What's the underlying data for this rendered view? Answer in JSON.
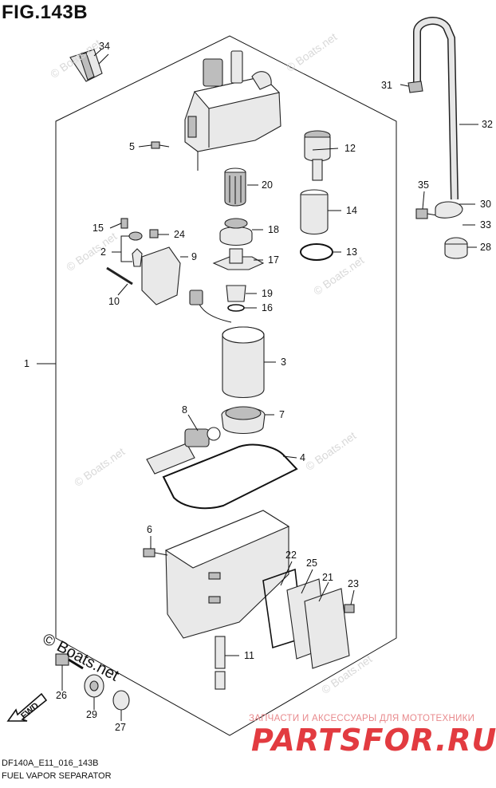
{
  "header": {
    "figure_title": "FIG.143B"
  },
  "footer": {
    "model_code": "DF140A_E11_016_143B",
    "section_title": "FUEL VAPOR SEPARATOR"
  },
  "watermark": {
    "text": "© Boats.net"
  },
  "promo": {
    "tagline": "ЗАПЧАСТИ И АКСЕССУАРЫ ДЛЯ МОТОТЕХНИКИ",
    "logo": "PARTSFOR.RU"
  },
  "fwd_badge": {
    "label": "FWD"
  },
  "callouts": {
    "c1": "1",
    "c2": "2",
    "c3": "3",
    "c4": "4",
    "c5": "5",
    "c6": "6",
    "c7": "7",
    "c8": "8",
    "c9": "9",
    "c10": "10",
    "c11": "11",
    "c12": "12",
    "c13": "13",
    "c14": "14",
    "c15": "15",
    "c16": "16",
    "c17": "17",
    "c18": "18",
    "c19": "19",
    "c20": "20",
    "c21": "21",
    "c22": "22",
    "c23": "23",
    "c24": "24",
    "c25": "25",
    "c26": "26",
    "c27": "27",
    "c28": "28",
    "c29": "29",
    "c30": "30",
    "c31": "31",
    "c32": "32",
    "c33": "33",
    "c34": "34",
    "c35": "35"
  }
}
